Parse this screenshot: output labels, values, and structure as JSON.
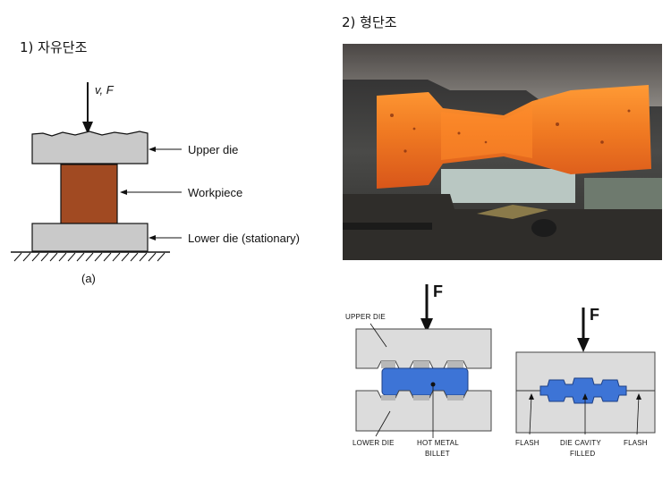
{
  "open_die": {
    "title": "1) 자유단조",
    "force_label": "v, F",
    "upper_die_label": "Upper die",
    "workpiece_label": "Workpiece",
    "lower_die_label": "Lower die (stationary)",
    "figure_label": "(a)"
  },
  "closed_die": {
    "title": "2) 형단조",
    "force_label": "F",
    "upper_die_label": "UPPER DIE",
    "lower_die_label": "LOWER DIE",
    "billet_label_1": "HOT METAL",
    "billet_label_2": "BILLET",
    "flash_left": "FLASH",
    "cavity_label_1": "DIE CAVITY",
    "cavity_label_2": "FILLED",
    "flash_right": "FLASH"
  },
  "colors": {
    "die_gray": "#c9c9c9",
    "workpiece_brown": "#a14a22",
    "billet_blue": "#3d74d6",
    "hot_metal_orange": "#f07a22"
  }
}
